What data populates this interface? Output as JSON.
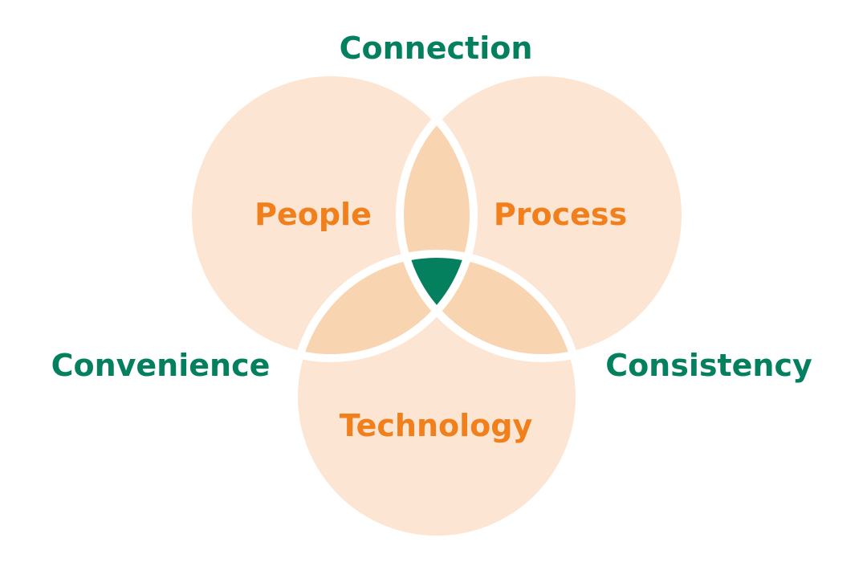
{
  "title": "Connection",
  "circles": [
    {
      "label": "People"
    },
    {
      "label": "Process"
    },
    {
      "label": "Technology"
    }
  ],
  "outer_labels": {
    "top": "Connection",
    "left": "Convenience",
    "right": "Consistency"
  },
  "colors": {
    "circle_fill": "#fce5d2",
    "overlap_fill": "#f9d4b0",
    "center_fill": "#05805f",
    "circle_label": "#f07f1c",
    "outer_label": "#05805f"
  }
}
